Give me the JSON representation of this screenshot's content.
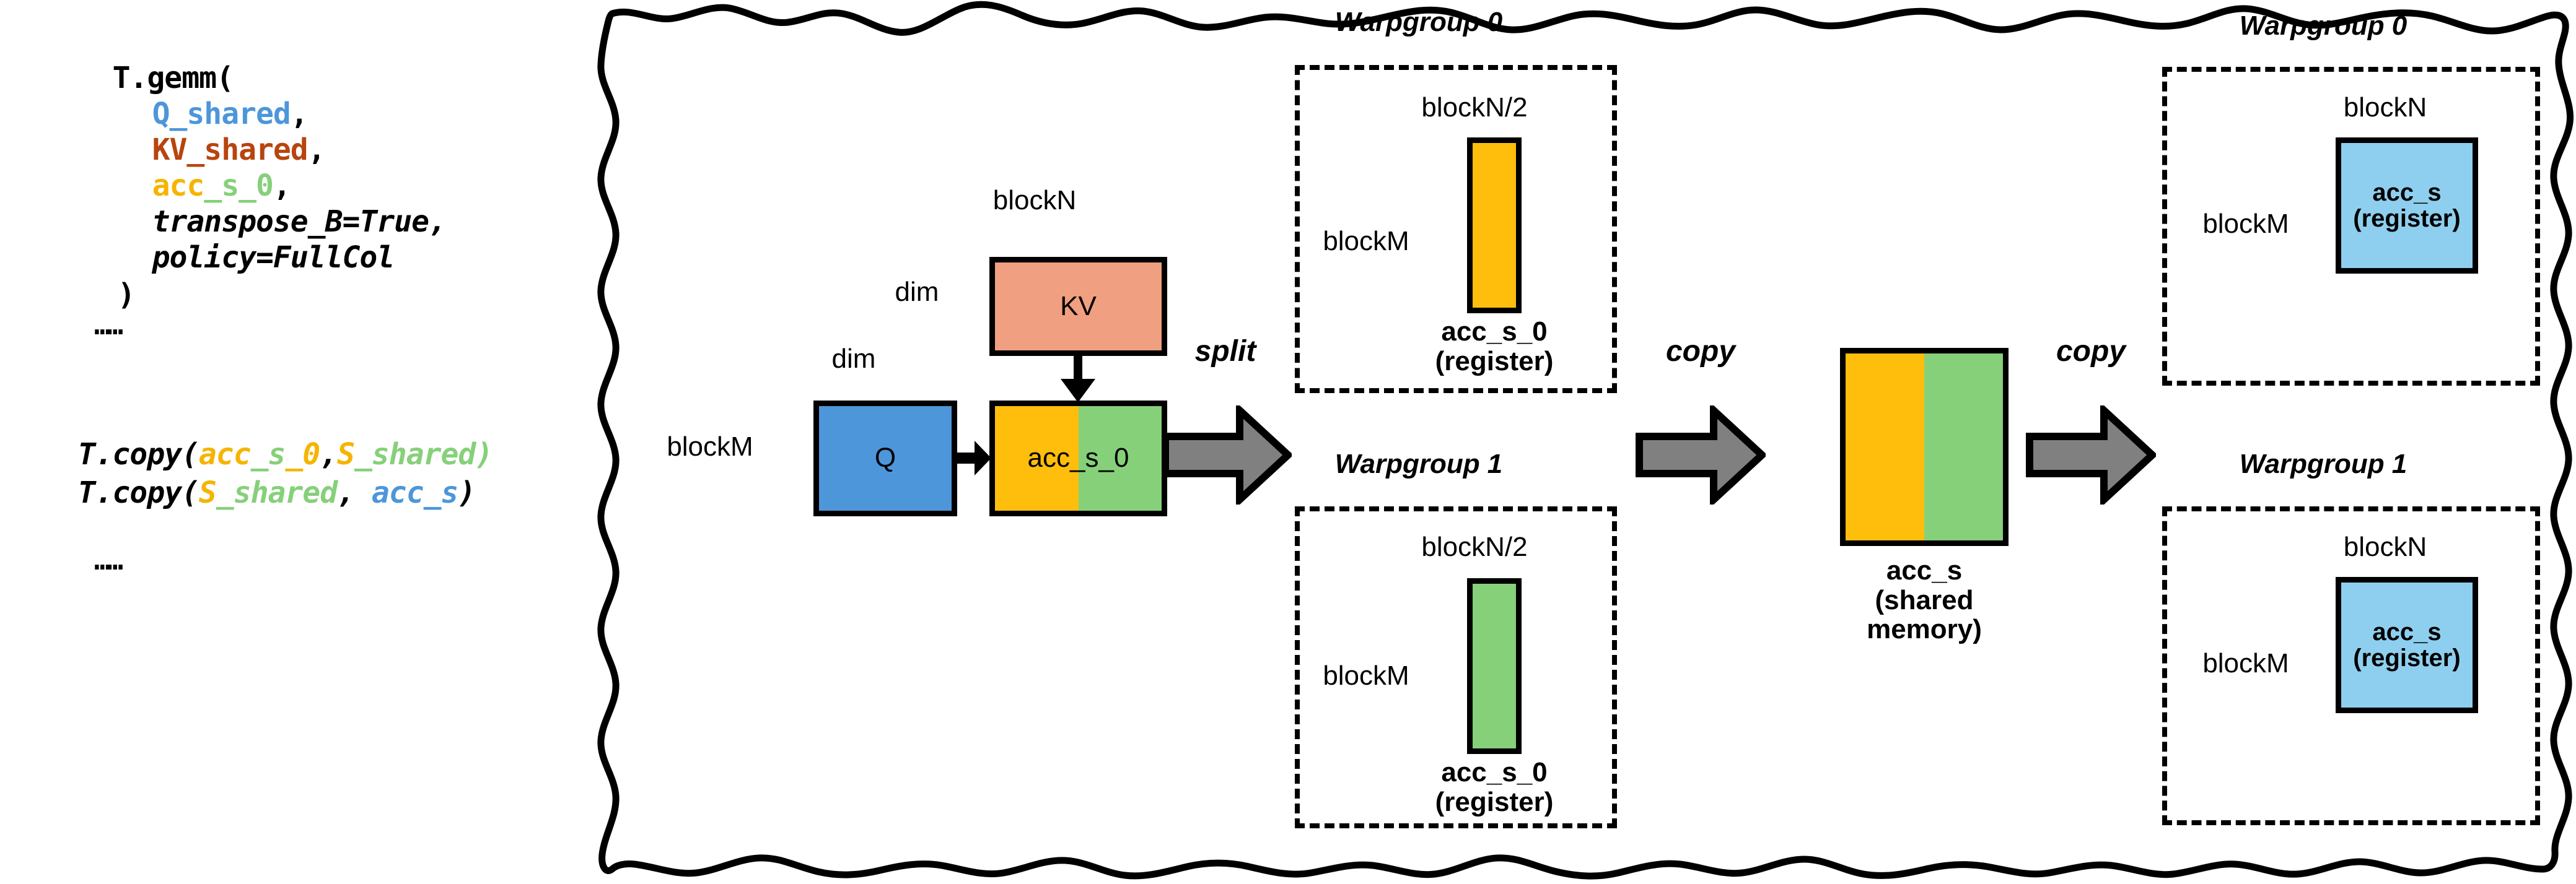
{
  "code": {
    "gemm": {
      "l1": "T.gemm(",
      "l2_arg": "Q_shared",
      "l2_comma": ",",
      "l3_arg": "KV_shared",
      "l3_comma": ",",
      "l4_a": "acc",
      "l4_b": "_s",
      "l4_c": "_0",
      "l4_comma": ",",
      "l5": "transpose_B=True,",
      "l6": "policy=FullCol",
      "l7": ")"
    },
    "ellipsis_top": "……",
    "copy1": {
      "prefix": "T.copy(",
      "arg1_a": "acc",
      "arg1_b": "_s",
      "arg1_c": "_0",
      "comma": ",",
      "arg2_a": "S",
      "arg2_b": "_shared",
      "suffix": ")"
    },
    "copy2": {
      "prefix": "T.copy(",
      "arg1_a": "S",
      "arg1_b": "_shared",
      "comma": ", ",
      "arg2": "acc_s",
      "suffix": ")"
    },
    "ellipsis_bottom": "……"
  },
  "diagram": {
    "gemm_stage": {
      "blockM_label": "blockM",
      "blockN_label": "blockN",
      "dim_label_kv": "dim",
      "dim_label_q": "dim",
      "q_label": "Q",
      "kv_label": "KV",
      "acc_s_0_label": "acc_s_0"
    },
    "arrows": {
      "split": "split",
      "copy_1": "copy",
      "copy_2": "copy"
    },
    "warpgroups_split": [
      {
        "title": "Warpgroup 0",
        "top_label": "blockN/2",
        "left_label": "blockM",
        "caption_line1": "acc_s_0",
        "caption_line2": "(register)",
        "fill": "#ffbe0b"
      },
      {
        "title": "Warpgroup 1",
        "top_label": "blockN/2",
        "left_label": "blockM",
        "caption_line1": "acc_s_0",
        "caption_line2": "(register)",
        "fill": "#86d07a"
      }
    ],
    "shared_memory": {
      "caption_line1": "acc_s",
      "caption_line2": "(shared",
      "caption_line3": "memory)",
      "left_fill": "#ffbe0b",
      "right_fill": "#86d07a"
    },
    "warpgroups_result": [
      {
        "title": "Warpgroup 0",
        "top_label": "blockN",
        "left_label": "blockM",
        "box_line1": "acc_s",
        "box_line2": "(register)",
        "fill": "#8ecfef"
      },
      {
        "title": "Warpgroup 1",
        "top_label": "blockN",
        "left_label": "blockM",
        "box_line1": "acc_s",
        "box_line2": "(register)",
        "fill": "#8ecfef"
      }
    ]
  },
  "colors": {
    "q_blue": "#4d96d9",
    "kv_salmon": "#f0a080",
    "acc_amber": "#ffbe0b",
    "acc_green": "#86d07a",
    "result_blue": "#8ecfef",
    "arrow_gray": "#808080",
    "outline": "#000000"
  }
}
